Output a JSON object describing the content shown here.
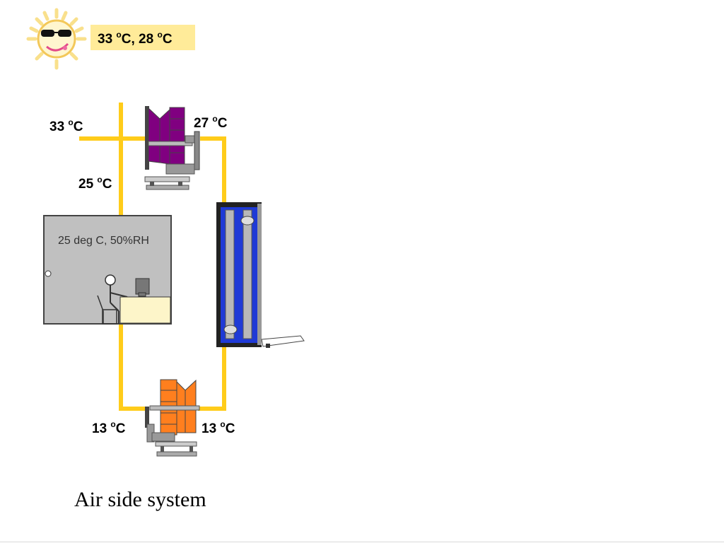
{
  "outdoor": {
    "temp_1": "33 ",
    "unit_1": "o",
    "c_1": "C, 28 ",
    "unit_2": "o",
    "c_2": "C"
  },
  "labels": {
    "intake": {
      "num": "33 ",
      "deg": "o",
      "unit": "C"
    },
    "after_mix": {
      "num": "27 ",
      "deg": "o",
      "unit": "C"
    },
    "supply_room": {
      "num": "25 ",
      "deg": "o",
      "unit": "C"
    },
    "return_left": {
      "num": "13 ",
      "deg": "o",
      "unit": "C"
    },
    "return_right": {
      "num": "13 ",
      "deg": "o",
      "unit": "C"
    }
  },
  "room": {
    "condition": "25 deg C, 50%RH"
  },
  "caption": "Air side system",
  "colors": {
    "duct": "#ffcc1a",
    "fan_top": "#800080",
    "coil": "#1f3ad6",
    "fan_bottom": "#ff7f1e",
    "room": "#c0c0c0",
    "badge": "#ffeb99"
  }
}
